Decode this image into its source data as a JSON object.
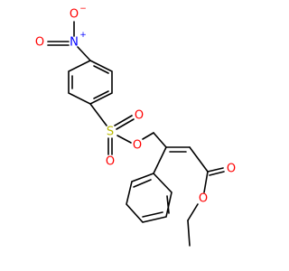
{
  "colors": {
    "bond": "#000000",
    "oxygen": "#ff0000",
    "nitrogen": "#0000ff",
    "sulfur": "#b8b800"
  },
  "atoms": {
    "nitro_O_top": "O",
    "nitro_O_top_charge": "−",
    "nitro_N": "N",
    "nitro_N_charge": "+",
    "nitro_O_left": "O",
    "sulfonyl_S": "S",
    "sulfonyl_O_right": "O",
    "sulfonyl_O_bottom": "O",
    "ester_link_O": "O",
    "carbonyl_O": "O",
    "ethoxy_O": "O"
  }
}
